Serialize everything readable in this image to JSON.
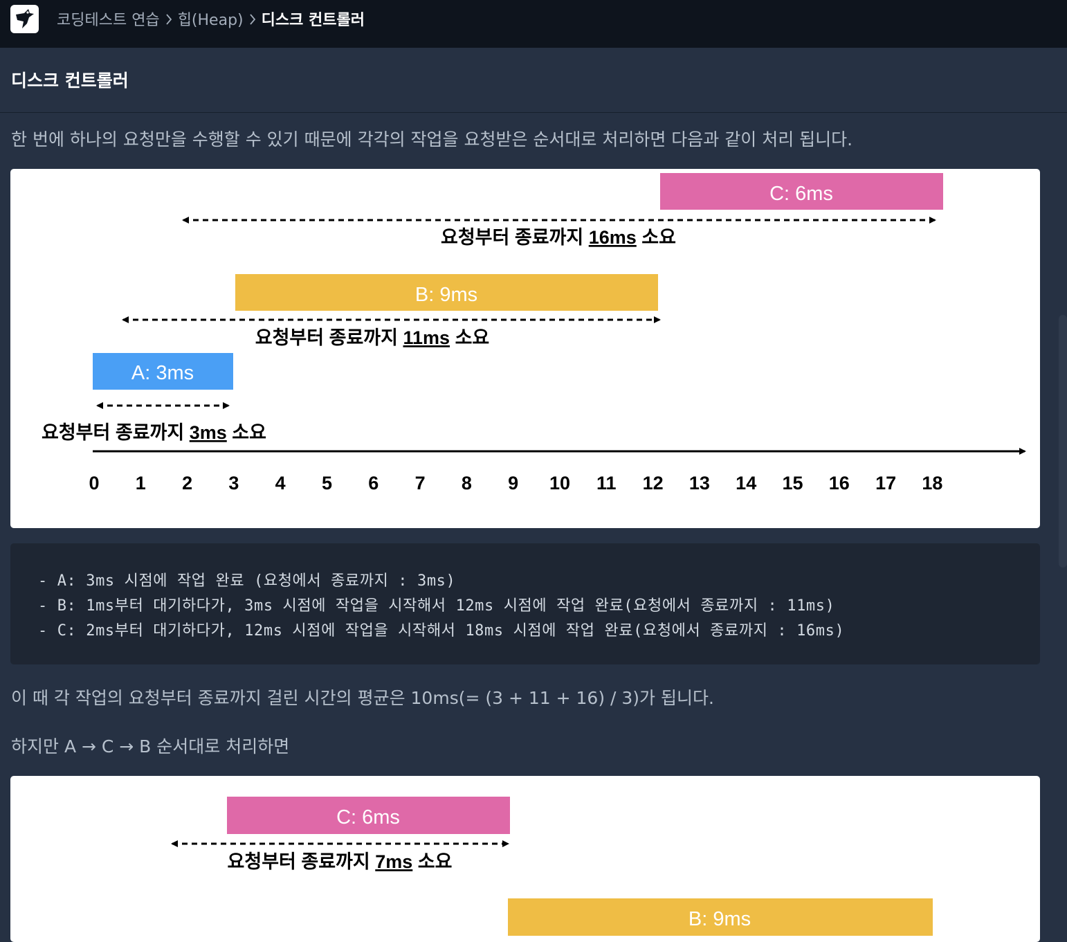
{
  "breadcrumb": {
    "items": [
      "코딩테스트 연습",
      "힙(Heap)",
      "디스크 컨트롤러"
    ]
  },
  "page_title": "디스크 컨트롤러",
  "paragraphs": {
    "intro": "한 번에 하나의 요청만을 수행할 수 있기 때문에 각각의 작업을 요청받은 순서대로 처리하면 다음과 같이 처리 됩니다.",
    "average": "이 때 각 작업의 요청부터 종료까지 걸린 시간의 평균은 10ms(= (3 + 11 + 16) / 3)가 됩니다.",
    "however": "하지만 A → C → B 순서대로 처리하면"
  },
  "figure1": {
    "bars": [
      {
        "label": "C: 6ms",
        "start": 12,
        "end": 18,
        "color": "#df69a8"
      },
      {
        "label": "B: 9ms",
        "start": 3,
        "end": 12,
        "color": "#efbd45"
      },
      {
        "label": "A: 3ms",
        "start": 0,
        "end": 3,
        "color": "#4a9ff5"
      }
    ],
    "spans": [
      {
        "prefix": "요청부터 종료까지 ",
        "value": "16ms",
        "suffix": " 소요"
      },
      {
        "prefix": "요청부터 종료까지 ",
        "value": "11ms",
        "suffix": " 소요"
      },
      {
        "prefix": "요청부터 종료까지 ",
        "value": "3ms",
        "suffix": " 소요"
      }
    ],
    "axis_ticks": [
      "0",
      "1",
      "2",
      "3",
      "4",
      "5",
      "6",
      "7",
      "8",
      "9",
      "10",
      "11",
      "12",
      "13",
      "14",
      "15",
      "16",
      "17",
      "18"
    ]
  },
  "code_lines": [
    "- A: 3ms 시점에 작업 완료 (요청에서 종료까지 : 3ms)",
    "- B: 1ms부터 대기하다가, 3ms 시점에 작업을 시작해서 12ms 시점에 작업 완료(요청에서 종료까지 : 11ms)",
    "- C: 2ms부터 대기하다가, 12ms 시점에 작업을 시작해서 18ms 시점에 작업 완료(요청에서 종료까지 : 16ms)"
  ],
  "figure2": {
    "bars": [
      {
        "label": "C: 6ms",
        "color": "#df69a8"
      },
      {
        "label": "B: 9ms",
        "color": "#efbd45"
      }
    ],
    "spans": [
      {
        "prefix": "요청부터 종료까지 ",
        "value": "7ms",
        "suffix": " 소요"
      }
    ]
  },
  "colors": {
    "background": "#263143",
    "topbar": "#0e141d",
    "code_bg": "#1e2633"
  }
}
